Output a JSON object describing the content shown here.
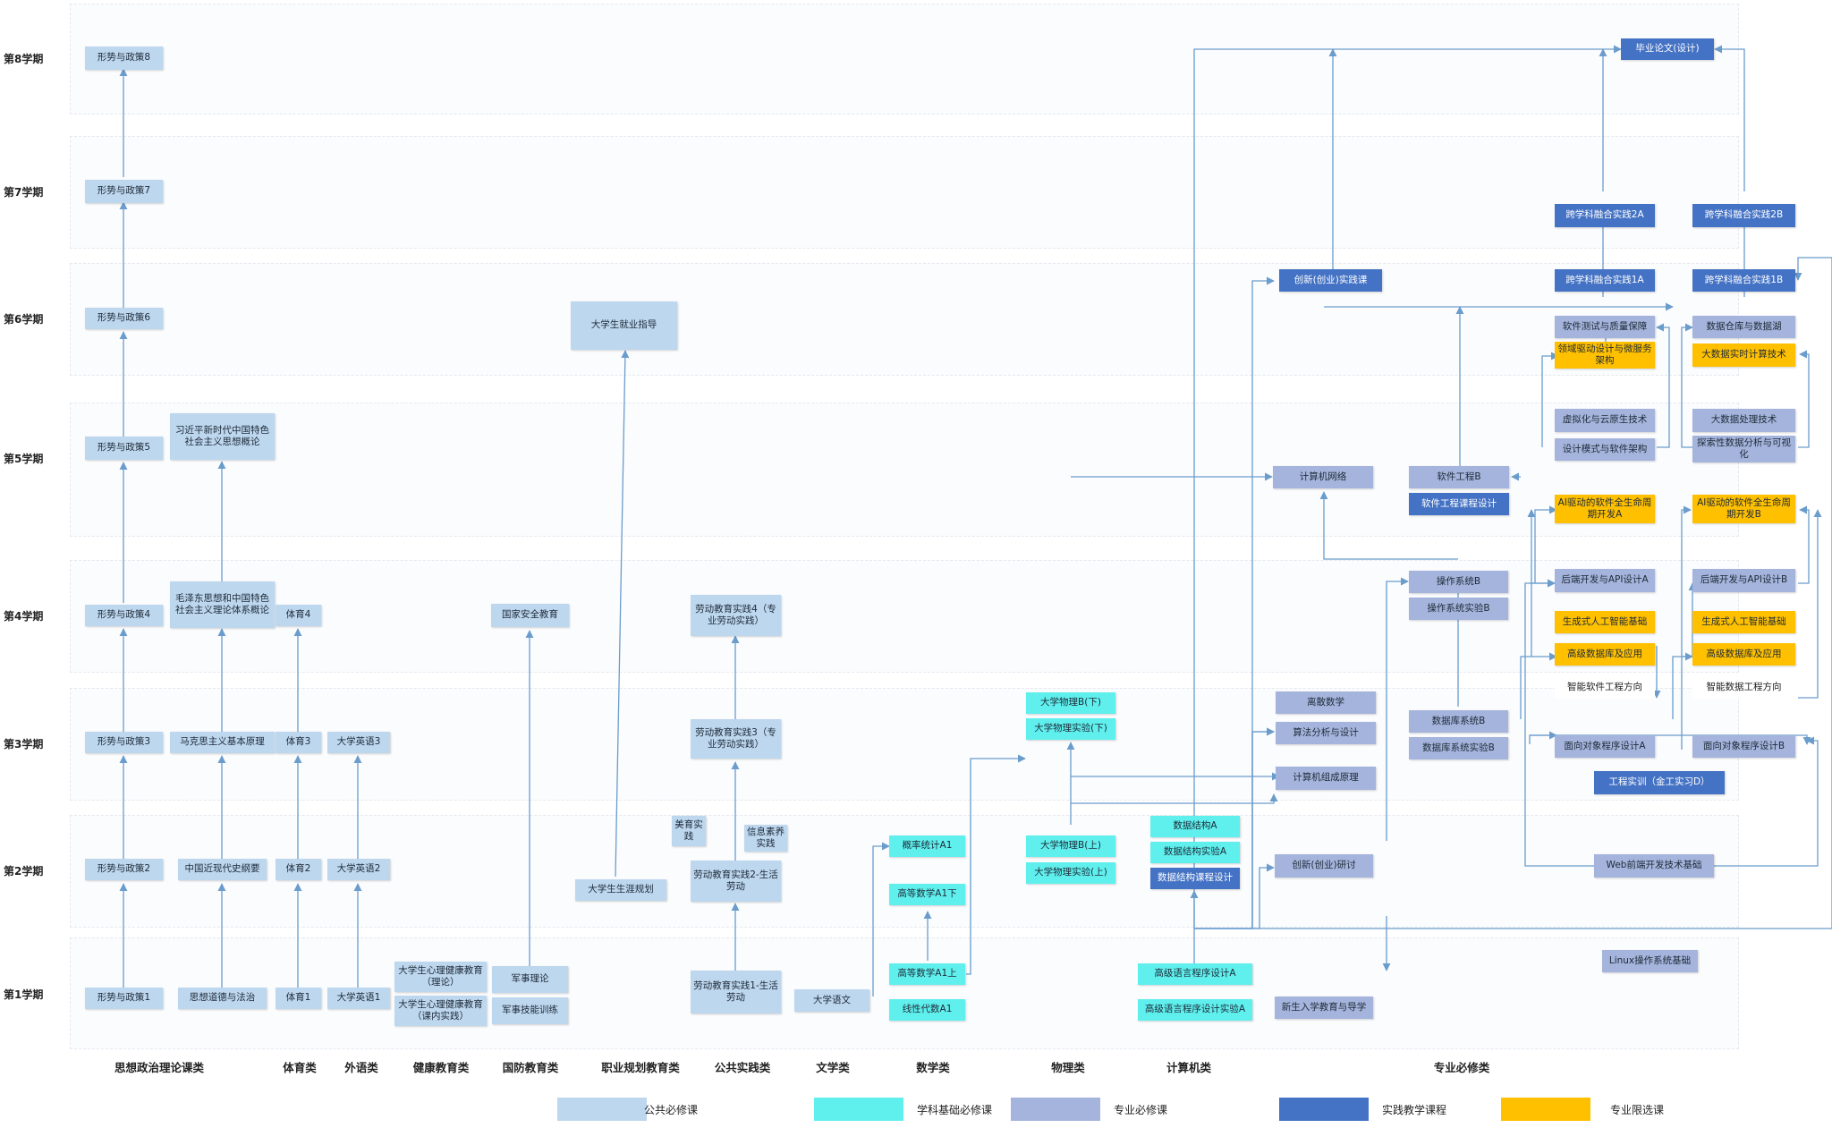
{
  "terms": [
    "第1学期",
    "第2学期",
    "第3学期",
    "第4学期",
    "第5学期",
    "第6学期",
    "第7学期",
    "第8学期"
  ],
  "categories": [
    "思想政治理论课类",
    "体育类",
    "外语类",
    "健康教育类",
    "国防教育类",
    "职业规划教育类",
    "公共实践类",
    "文学类",
    "数学类",
    "物理类",
    "计算机类",
    "专业必修类"
  ],
  "legend": [
    {
      "label": "公共必修课",
      "color": "#bdd7ee"
    },
    {
      "label": "学科基础必修课",
      "color": "#5ff0ee"
    },
    {
      "label": "专业必修课",
      "color": "#a5b4dc"
    },
    {
      "label": "实践教学课程",
      "color": "#4472c4"
    },
    {
      "label": "专业限选课",
      "color": "#ffc000"
    }
  ],
  "courses": {
    "xz1": "形势与政策1",
    "xz2": "形势与政策2",
    "xz3": "形势与政策3",
    "xz4": "形势与政策4",
    "xz5": "形势与政策5",
    "xz6": "形势与政策6",
    "xz7": "形势与政策7",
    "xz8": "形势与政策8",
    "sxdd": "思想道德与法治",
    "zgjd": "中国近现代史纲要",
    "mks": "马克思主义基本原理",
    "mzd": "毛泽东思想和中国特色社会主义理论体系概论",
    "xjp": "习近平新时代中国特色社会主义思想概论",
    "ty1": "体育1",
    "ty2": "体育2",
    "ty3": "体育3",
    "ty4": "体育4",
    "yy1": "大学英语1",
    "yy2": "大学英语2",
    "yy3": "大学英语3",
    "xl1": "大学生心理健康教育（理论）",
    "xl2": "大学生心理健康教育（课内实践）",
    "jsll": "军事理论",
    "jsxl": "军事技能训练",
    "gjaq": "国家安全教育",
    "sygh": "大学生生涯规划",
    "jyzd": "大学生就业指导",
    "ld1": "劳动教育实践1-生活劳动",
    "ld2": "劳动教育实践2-生活劳动",
    "ld3": "劳动教育实践3（专业劳动实践）",
    "ld4": "劳动教育实践4（专业劳动实践）",
    "meiyu": "美育实践",
    "xinxi": "信息素养实践",
    "dxyw": "大学语文",
    "gs1s": "高等数学A1上",
    "gs1x": "高等数学A1下",
    "xxds": "线性代数A1",
    "gltj": "概率统计A1",
    "wlBs": "大学物理B(上)",
    "wlsys": "大学物理实验(上)",
    "wlBx": "大学物理B(下)",
    "wlsyx": "大学物理实验(下)",
    "gjyy": "高级语言程序设计A",
    "gjyysy": "高级语言程序设计实验A",
    "sjjg": "数据结构A",
    "sjjgsy": "数据结构实验A",
    "sjjgkc": "数据结构课程设计",
    "xsrx": "新生入学教育与导学",
    "cxyt": "创新(创业)研讨",
    "jzcy": "计算机组成原理",
    "sfsj": "算法分析与设计",
    "lsx": "离散数学",
    "jswl": "计算机网络",
    "cxsj": "创新(创业)实践课",
    "czxt": "操作系统B",
    "czsy": "操作系统实验B",
    "rjgc": "软件工程B",
    "rjkc": "软件工程课程设计",
    "sjk": "数据库系统B",
    "sjksy": "数据库系统实验B",
    "linux": "Linux操作系统基础",
    "web": "Web前端开发技术基础",
    "gcsx": "工程实训（金工实习D）",
    "mxA": "面向对象程序设计A",
    "mxB": "面向对象程序设计B",
    "gjsjkA": "高级数据库及应用",
    "gjsjkB": "高级数据库及应用",
    "scA": "生成式人工智能基础",
    "scB": "生成式人工智能基础",
    "hdA": "后端开发与API设计A",
    "hdB": "后端开发与API设计B",
    "aiA": "AI驱动的软件全生命周期开发A",
    "aiB": "AI驱动的软件全生命周期开发B",
    "sjms": "设计模式与软件架构",
    "tsfx": "探索性数据分析与可视化",
    "xnh": "虚拟化与云原生技术",
    "dsjcl": "大数据处理技术",
    "lyqd": "领域驱动设计与微服务架构",
    "dsjss": "大数据实时计算技术",
    "rjcs": "软件测试与质量保障",
    "sjck": "数据仓库与数据湖",
    "kx1A": "跨学科融合实践1A",
    "kx1B": "跨学科融合实践1B",
    "kx2A": "跨学科融合实践2A",
    "kx2B": "跨学科融合实践2B",
    "bylw": "毕业论文(设计)",
    "fxrj": "智能软件工程方向",
    "fxsj": "智能数据工程方向"
  }
}
